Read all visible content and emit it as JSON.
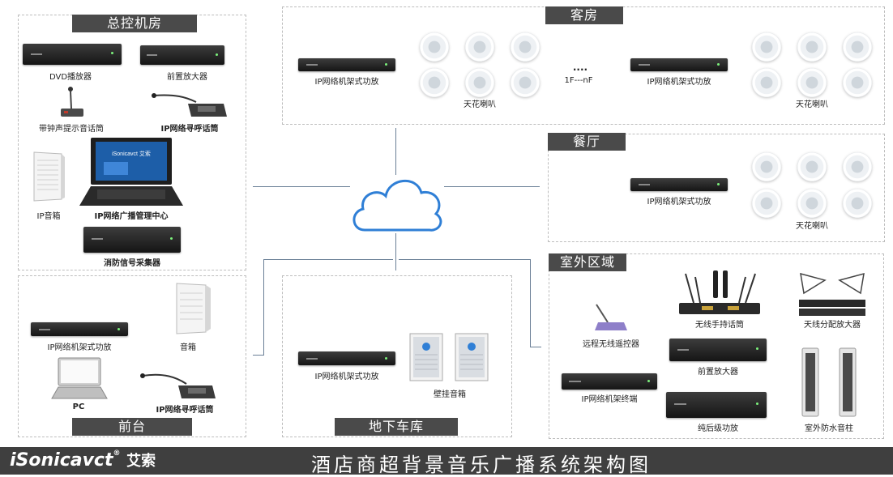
{
  "zones": {
    "control_room": "总控机房",
    "guest_room": "客房",
    "restaurant": "餐厅",
    "outdoor": "室外区域",
    "front_desk": "前台",
    "parking": "地下车库"
  },
  "labels": {
    "dvd": "DVD播放器",
    "preamp_control": "前置放大器",
    "chime_mic": "带钟声提示音话筒",
    "ip_paging_mic_control": "IP网络寻呼话筒",
    "ip_speaker_box": "IP音箱",
    "ip_mgmt_center": "IP网络广播管理中心",
    "fire_collector": "消防信号采集器",
    "guest_amp_left": "IP网络机架式功放",
    "guest_amp_right": "IP网络机架式功放",
    "guest_ceiling_left": "天花喇叭",
    "guest_ceiling_right": "天花喇叭",
    "floor_dots": "....",
    "floor_range": "1F---nF",
    "restaurant_amp": "IP网络机架式功放",
    "restaurant_ceiling": "天花喇叭",
    "front_amp": "IP网络机架式功放",
    "front_speaker": "音箱",
    "front_pc": "PC",
    "front_paging_mic": "IP网络寻呼话筒",
    "parking_amp": "IP网络机架式功放",
    "parking_wall_speaker": "壁挂音箱",
    "remote_receiver": "远程无线遥控器",
    "ip_rack_terminal": "IP网络机架终端",
    "wireless_mic": "无线手持话筒",
    "antenna_amp": "天线分配放大器",
    "preamp_outdoor": "前置放大器",
    "pure_power_amp": "纯后级功放",
    "outdoor_column": "室外防水音柱"
  },
  "footer": {
    "brand": "iSonicavct",
    "brand_cn": "艾索",
    "title": "酒店商超背景音乐广播系统架构图"
  },
  "colors": {
    "title_bg": "#4a4a4a",
    "line": "#6a7f96",
    "cloud": "#2f7fd6",
    "footer_bg": "#3f3f3f"
  }
}
